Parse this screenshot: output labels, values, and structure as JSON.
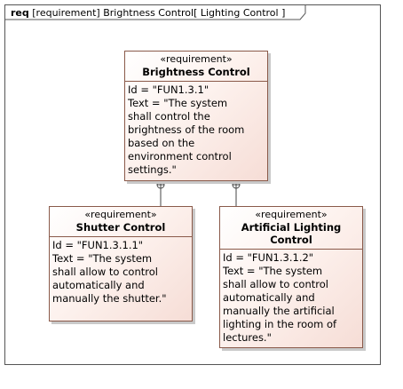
{
  "diagram": {
    "kind_label": "req",
    "header_text": "[requirement] Brightness Control[ Lighting Control ]"
  },
  "requirements": {
    "brightness": {
      "stereotype": "«requirement»",
      "name": "Brightness Control",
      "id_line": "Id = \"FUN1.3.1\"",
      "text_lines": [
        "Text = \"The system",
        "shall control the",
        "brightness of the room",
        "based on the",
        "environment control",
        "settings.\""
      ]
    },
    "shutter": {
      "stereotype": "«requirement»",
      "name": "Shutter Control",
      "id_line": "Id = \"FUN1.3.1.1\"",
      "text_lines": [
        "Text = \"The system",
        "shall allow to control",
        "automatically and",
        "manually the shutter.\""
      ]
    },
    "artificial": {
      "stereotype": "«requirement»",
      "name_lines": [
        "Artificial Lighting",
        "Control"
      ],
      "id_line": "Id = \"FUN1.3.1.2\"",
      "text_lines": [
        "Text = \"The system",
        "shall allow to control",
        "automatically and",
        "manually the artificial",
        "lighting in the room of",
        "lectures.\""
      ]
    }
  }
}
